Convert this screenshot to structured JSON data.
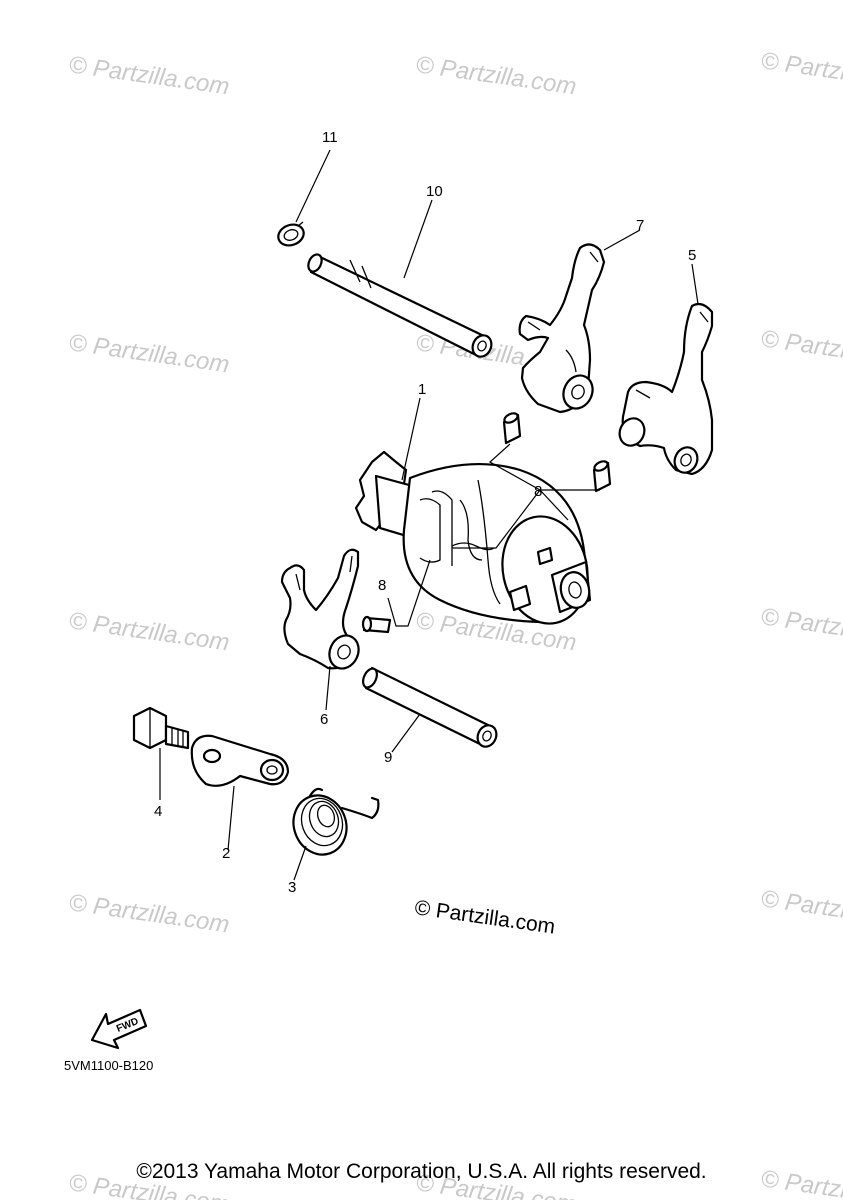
{
  "watermark": "© Partzilla.com",
  "center_watermark": "© Partzilla.com",
  "diagram_code": "5VM1100-B120",
  "fwd_label": "FWD",
  "copyright": "©2013 Yamaha Motor Corporation, U.S.A. All rights reserved.",
  "callouts": {
    "c1": "1",
    "c2": "2",
    "c3": "3",
    "c4": "4",
    "c5": "5",
    "c6": "6",
    "c7": "7",
    "c8a": "8",
    "c8b": "8",
    "c9": "9",
    "c10": "10",
    "c11": "11"
  }
}
